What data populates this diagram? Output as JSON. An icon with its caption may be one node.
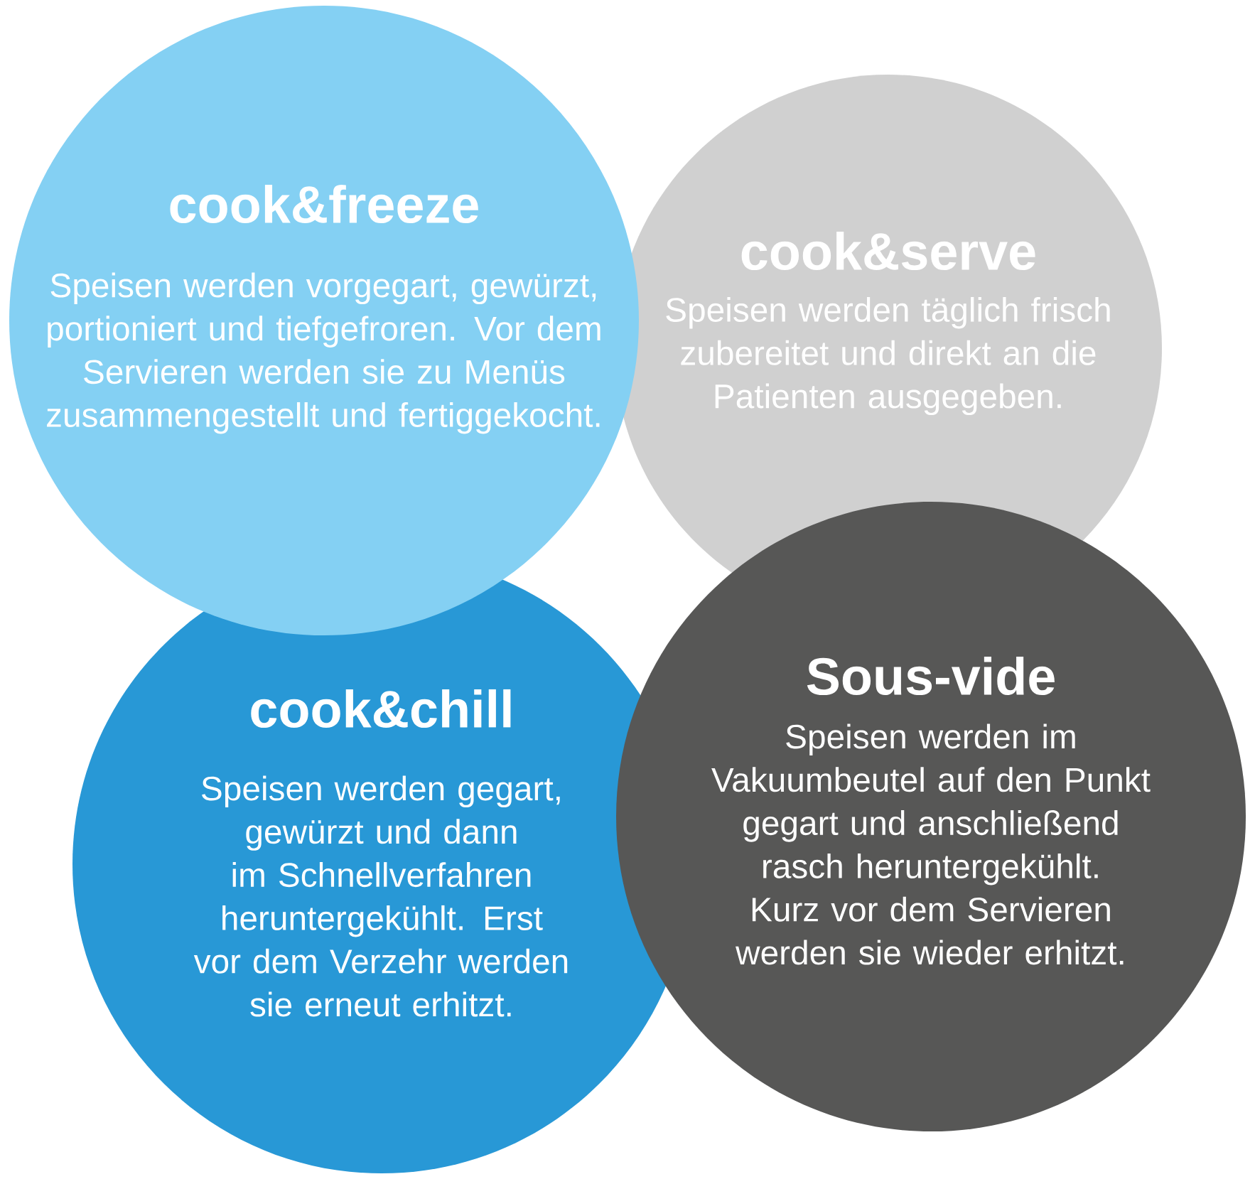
{
  "diagram": {
    "nodes": [
      {
        "text": [
          "cook&freeze",
          "Speisen werden vorgegart, gewürzt, portioniert und tiefgefroren. Vor dem Servieren werden sie zu Menüs zusammengestellt und fertiggekocht."
        ]
      },
      {
        "text": [
          "cook&serve",
          "Speisen werden täglich frisch zubereitet und direkt an die Patienten ausgegeben."
        ]
      },
      {
        "text": [
          "cook&chill",
          "Speisen werden gegart, gewürzt und dann im Schnellverfahren heruntergekühlt. Erst vor dem Verzehr werden sie erneut erhitzt."
        ]
      },
      {
        "text": [
          "Sous-vide",
          "Speisen werden im Vakuumbeutel auf den Punkt gegart und anschließend rasch heruntergekühlt. Kurz vor dem Servieren werden sie wieder erhitzt."
        ]
      }
    ]
  }
}
